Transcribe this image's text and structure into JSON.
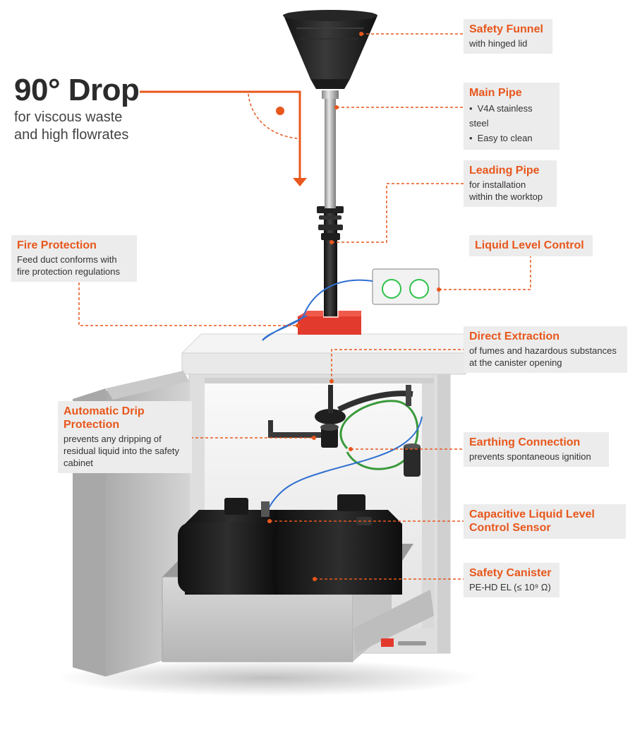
{
  "headline": {
    "title": "90° Drop",
    "subtitle_line1": "for viscous waste",
    "subtitle_line2": "and high flowrates"
  },
  "callouts": {
    "safety_funnel": {
      "title": "Safety Funnel",
      "desc": "with hinged lid"
    },
    "main_pipe": {
      "title": "Main Pipe",
      "bullets": [
        "V4A stainless steel",
        "Easy to clean"
      ]
    },
    "leading_pipe": {
      "title": "Leading Pipe",
      "desc_line1": "for installation",
      "desc_line2": "within the worktop"
    },
    "liquid_level_control": {
      "title": "Liquid Level Control"
    },
    "fire_protection": {
      "title": "Fire Protection",
      "desc_line1": "Feed duct conforms with",
      "desc_line2": "fire protection regulations"
    },
    "direct_extraction": {
      "title": "Direct Extraction",
      "desc_line1": "of fumes and hazardous substances",
      "desc_line2": "at the canister opening"
    },
    "automatic_drip_protection": {
      "title_line1": "Automatic Drip",
      "title_line2": "Protection",
      "desc_line1": "prevents any dripping of",
      "desc_line2": "residual liquid into the safety",
      "desc_line3": "cabinet"
    },
    "earthing_connection": {
      "title": "Earthing Connection",
      "desc": "prevents spontaneous ignition"
    },
    "capacitive_sensor": {
      "title_line1": "Capacitive Liquid Level",
      "title_line2": "Control Sensor"
    },
    "safety_canister": {
      "title": "Safety Canister",
      "desc": "PE-HD EL (≤ 10⁹ Ω)"
    }
  },
  "colors": {
    "accent": "#e8571c",
    "callout_bg": "#ececec",
    "cabinet": "#e6e6e6",
    "fire_duct": "#e23b2e",
    "cable": "#2f6fd0",
    "earth_wire": "#3a9a3a"
  }
}
